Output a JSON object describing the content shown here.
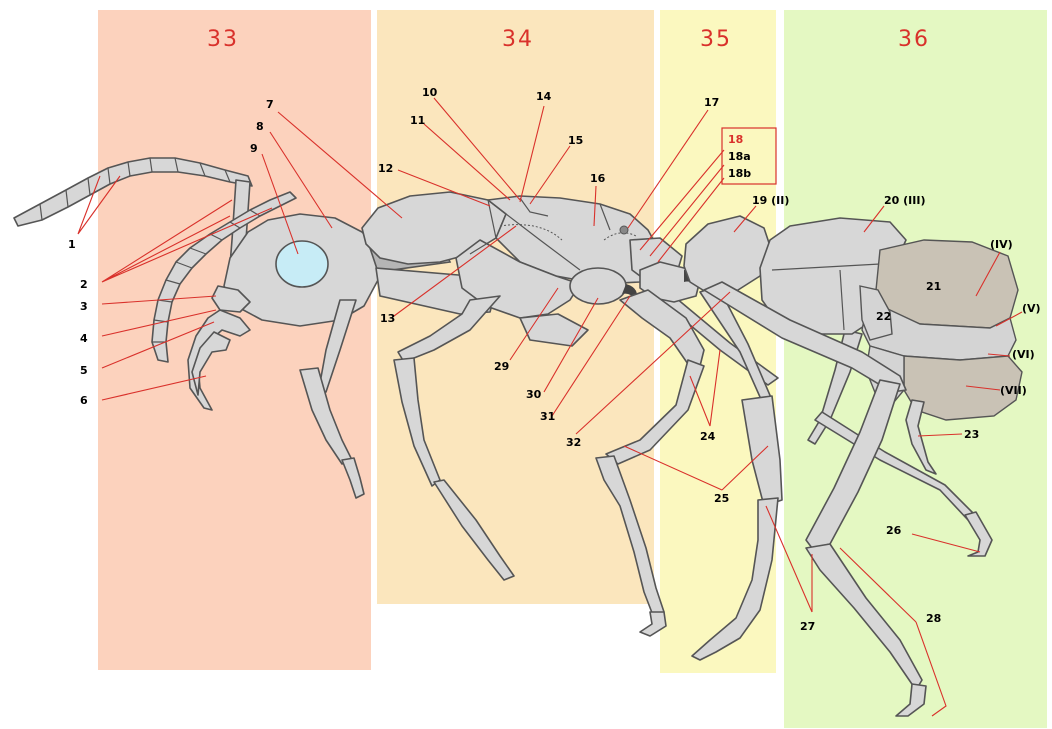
{
  "regions": [
    {
      "title": "33",
      "color": "#fcd2bd"
    },
    {
      "title": "34",
      "color": "#fbe6bd"
    },
    {
      "title": "35",
      "color": "#fbf8bf"
    },
    {
      "title": "36",
      "color": "#e4f8c2"
    }
  ],
  "labels": {
    "l1": "1",
    "l2": "2",
    "l3": "3",
    "l4": "4",
    "l5": "5",
    "l6": "6",
    "l7": "7",
    "l8": "8",
    "l9": "9",
    "l10": "10",
    "l11": "11",
    "l12": "12",
    "l13": "13",
    "l14": "14",
    "l15": "15",
    "l16": "16",
    "l17": "17",
    "l18": "18",
    "l18a": "18a",
    "l18b": "18b",
    "l19": "19 (II)",
    "l20": "20 (III)",
    "l21": "21",
    "l22": "22",
    "l23": "23",
    "l24": "24",
    "l25": "25",
    "l26": "26",
    "l27": "27",
    "l28": "28",
    "l29": "29",
    "l30": "30",
    "l31": "31",
    "l32": "32",
    "lIV": "(IV)",
    "lV": "(V)",
    "lVI": "(VI)",
    "lVII": "(VII)"
  },
  "colors": {
    "accent": "#d9312b",
    "body": "#d7d7d7",
    "outline": "#555555",
    "eye": "#c7ecf6"
  }
}
